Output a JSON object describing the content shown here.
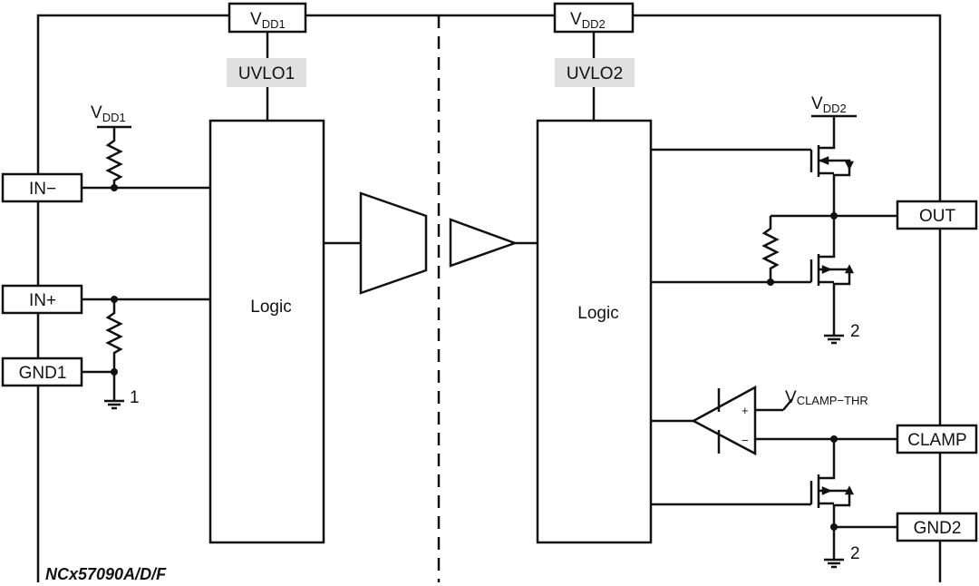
{
  "device_label": "NCx57090A/D/F",
  "supply_pins": {
    "vdd1": {
      "main": "V",
      "sub": "DD1"
    },
    "vdd2": {
      "main": "V",
      "sub": "DD2"
    }
  },
  "uvlo": {
    "left": "UVLO1",
    "right": "UVLO2"
  },
  "pull_supply": {
    "left": {
      "main": "V",
      "sub": "DD1"
    },
    "right": {
      "main": "V",
      "sub": "DD2"
    }
  },
  "logic_blocks": {
    "left": "Logic",
    "right": "Logic"
  },
  "left_pins": {
    "in_minus": "IN−",
    "in_plus": "IN+",
    "gnd1": "GND1"
  },
  "right_pins": {
    "out": "OUT",
    "clamp": "CLAMP",
    "gnd2": "GND2"
  },
  "ground_refs": {
    "left": "1",
    "right_top": "2",
    "right_bottom": "2"
  },
  "comparator": {
    "threshold": {
      "main": "V",
      "sub": "CLAMP−THR"
    },
    "plus": "+",
    "minus": "−"
  }
}
